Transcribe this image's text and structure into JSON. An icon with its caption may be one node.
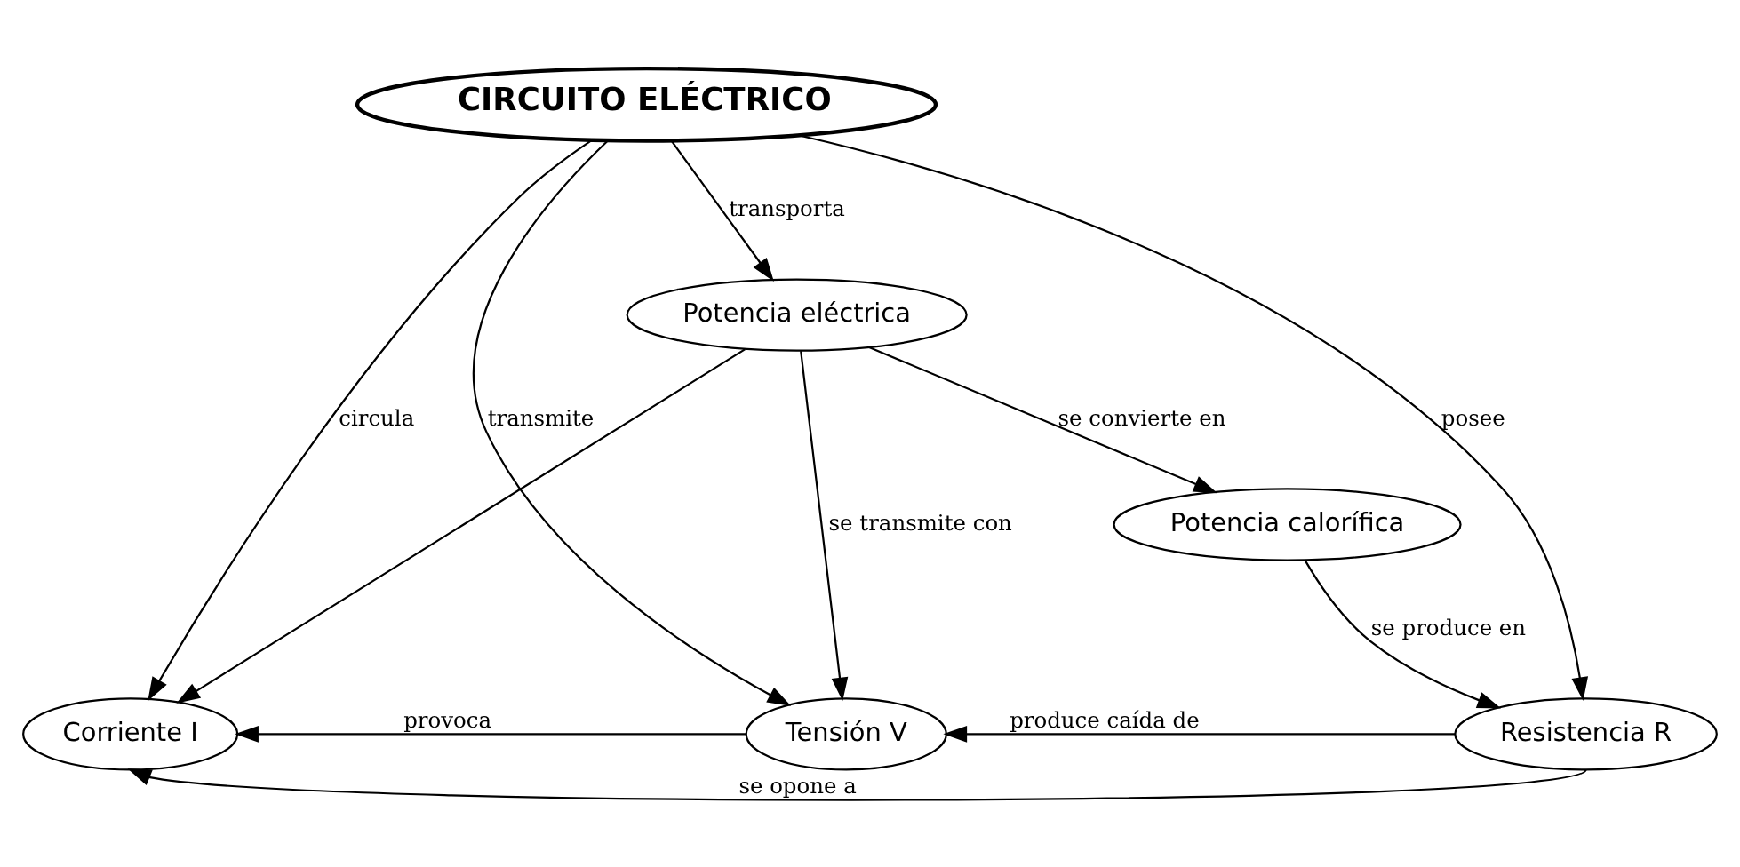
{
  "diagram": {
    "nodes": [
      {
        "text": [
          "CIRCUITO ELÉCTRICO"
        ]
      },
      {
        "text": [
          "Potencia eléctrica"
        ]
      },
      {
        "text": [
          "Corriente I"
        ]
      },
      {
        "text": [
          "Tensión V"
        ]
      },
      {
        "text": [
          "Resistencia R"
        ]
      },
      {
        "text": [
          "Potencia calorífica"
        ]
      }
    ],
    "edges": [
      {
        "from": 0,
        "to": 1,
        "arrow": "to",
        "label": "transporta"
      },
      {
        "from": 0,
        "to": 2,
        "arrow": "to",
        "label": "circula"
      },
      {
        "from": 0,
        "to": 3,
        "arrow": "to",
        "label": "transmite"
      },
      {
        "from": 0,
        "to": 4,
        "arrow": "to",
        "label": "posee"
      },
      {
        "from": 1,
        "to": 2,
        "arrow": "to"
      },
      {
        "from": 1,
        "to": 3,
        "arrow": "to",
        "label": "se transmite con"
      },
      {
        "from": 1,
        "to": 5,
        "arrow": "to",
        "label": "se convierte en"
      },
      {
        "from": 4,
        "to": 3,
        "arrow": "to",
        "label": "produce caída de"
      },
      {
        "from": 3,
        "to": 2,
        "arrow": "to",
        "label": "provoca"
      },
      {
        "from": 4,
        "to": 2,
        "arrow": "to",
        "label": "se opone a"
      },
      {
        "from": 5,
        "to": 4,
        "arrow": "to",
        "label": "se produce en"
      }
    ]
  }
}
